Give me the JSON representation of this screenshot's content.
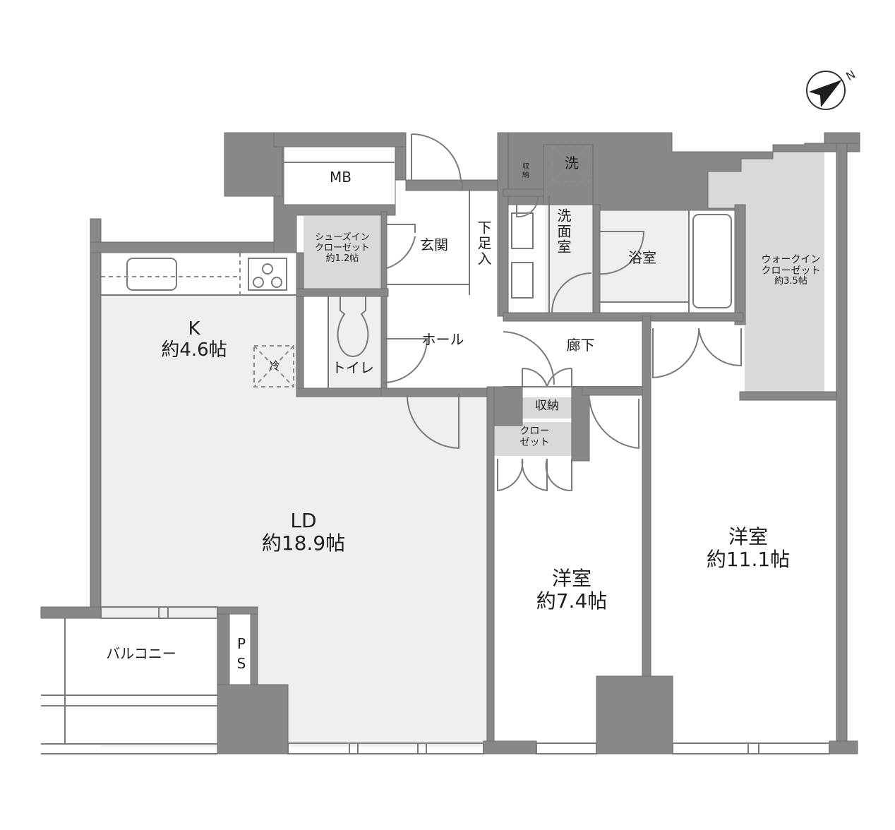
{
  "plan": {
    "north_indicator": {
      "icon": "compass-north-icon",
      "letter": "N"
    },
    "colors": {
      "wall": "#888888",
      "wall_stroke": "#6e6e6e",
      "floor_main": "#efefef",
      "floor_storage": "#d9d9d9",
      "floor_white": "#ffffff",
      "line": "#7a7a7a"
    },
    "rooms": {
      "mb": {
        "name": "MB"
      },
      "shoes_closet": {
        "line1": "シューズイン",
        "line2": "クローゼット",
        "area": "約1.2帖"
      },
      "genkan": {
        "name": "玄関"
      },
      "getabako": {
        "name": "下足入"
      },
      "storage_small": {
        "name": "収納"
      },
      "washer": {
        "name": "洗"
      },
      "washroom": {
        "name": "洗面室"
      },
      "bath": {
        "name": "浴室"
      },
      "walk_in_closet": {
        "line1": "ウォークイン",
        "line2": "クローゼット",
        "area": "約3.5帖"
      },
      "kitchen": {
        "name": "K",
        "area": "約4.6帖"
      },
      "fridge": {
        "name": "冷"
      },
      "toilet": {
        "name": "トイレ"
      },
      "hall": {
        "name": "ホール"
      },
      "corridor": {
        "name": "廊下"
      },
      "storage": {
        "name": "収納"
      },
      "closet": {
        "line1": "クロー",
        "line2": "ゼット"
      },
      "ld": {
        "name": "LD",
        "area": "約18.9帖"
      },
      "western1": {
        "name": "洋室",
        "area": "約7.4帖"
      },
      "western2": {
        "name": "洋室",
        "area": "約11.1帖"
      },
      "balcony": {
        "name": "バルコニー"
      },
      "ps": {
        "name": "PS"
      }
    }
  }
}
